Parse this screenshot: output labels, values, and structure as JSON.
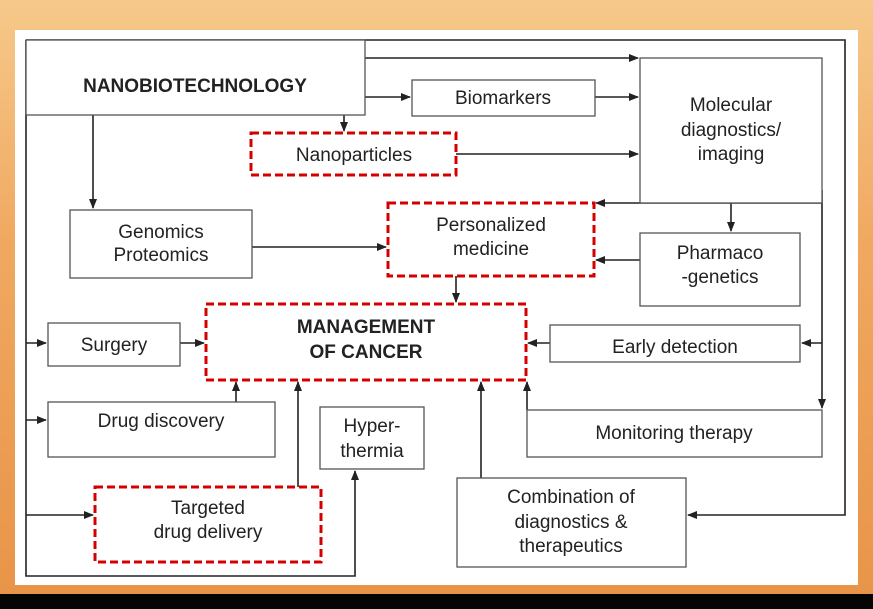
{
  "nodes": {
    "nanobiotechnology": "NANOBIOTECHNOLOGY",
    "biomarkers": "Biomarkers",
    "molecular": [
      "Molecular",
      "diagnostics/",
      "imaging"
    ],
    "nanoparticles": "Nanoparticles",
    "genomics": [
      "Genomics",
      "Proteomics"
    ],
    "personalized": [
      "Personalized",
      "medicine"
    ],
    "pharmaco": [
      "Pharmaco",
      "-genetics"
    ],
    "management": [
      "MANAGEMENT",
      "OF CANCER"
    ],
    "surgery": "Surgery",
    "early_detection": "Early detection",
    "drug_discovery": "Drug discovery",
    "hyperthermia": [
      "Hyper-",
      "thermia"
    ],
    "monitoring": "Monitoring therapy",
    "targeted": [
      "Targeted",
      "drug delivery"
    ],
    "combination": [
      "Combination of",
      "diagnostics &",
      "therapeutics"
    ]
  },
  "colors": {
    "highlight": "#d40000",
    "background": "#f0a860"
  }
}
